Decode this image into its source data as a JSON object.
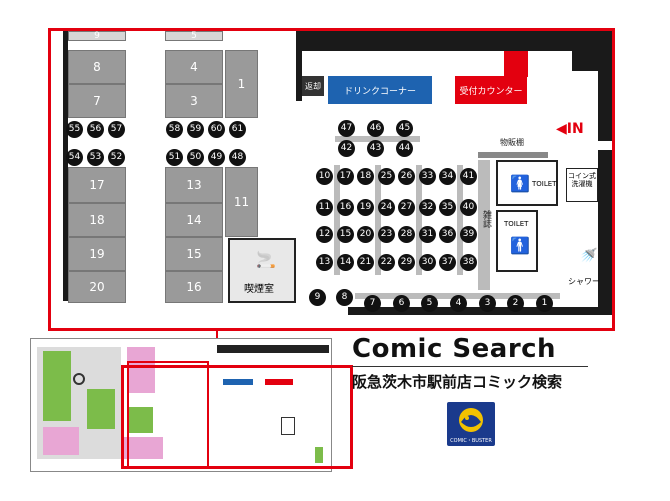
{
  "booths_left": [
    "8",
    "7",
    "17",
    "18",
    "19",
    "20"
  ],
  "booths_mid": [
    "4",
    "3",
    "13",
    "14",
    "15",
    "16"
  ],
  "booths_side": [
    "1",
    "11"
  ],
  "top_partial": [
    "9",
    "5"
  ],
  "smoking_room": "喫煙室",
  "return_label": "返却",
  "drink_corner": "ドリンクコーナー",
  "reception": "受付カウンター",
  "entrance": "◀IN",
  "shop_shelf": "物販棚",
  "toilet1": "TOILET",
  "toilet2": "TOILET",
  "coin_laundry": "コイン式\n洗濯機",
  "magazines": "雑誌",
  "shower": "シャワー",
  "seat_rows": {
    "r1": [
      "55",
      "56",
      "57"
    ],
    "r2": [
      "58",
      "59",
      "60",
      "61"
    ],
    "r3": [
      "54",
      "53",
      "52"
    ],
    "r4": [
      "51",
      "50",
      "49",
      "48"
    ],
    "top_cluster": [
      "47",
      "46",
      "45",
      "42",
      "43",
      "44"
    ],
    "grid": [
      [
        "10",
        "17",
        "18",
        "25",
        "26",
        "33",
        "34",
        "41"
      ],
      [
        "11",
        "16",
        "19",
        "24",
        "27",
        "32",
        "35",
        "40"
      ],
      [
        "12",
        "15",
        "20",
        "23",
        "28",
        "31",
        "36",
        "39"
      ],
      [
        "13",
        "14",
        "21",
        "22",
        "29",
        "30",
        "37",
        "38"
      ]
    ],
    "bottom": [
      "9",
      "8",
      "7",
      "6",
      "5",
      "4",
      "3",
      "2",
      "1"
    ]
  },
  "brand": {
    "title": "Comic Search",
    "subtitle": "阪急茨木市駅前店コミック検索",
    "logo_text": "COMIC・BUSTER"
  },
  "colors": {
    "accent_red": "#e3000f",
    "drink_blue": "#1e63b0",
    "reception_red": "#e3000f",
    "logo_blue": "#1a3a8c"
  }
}
